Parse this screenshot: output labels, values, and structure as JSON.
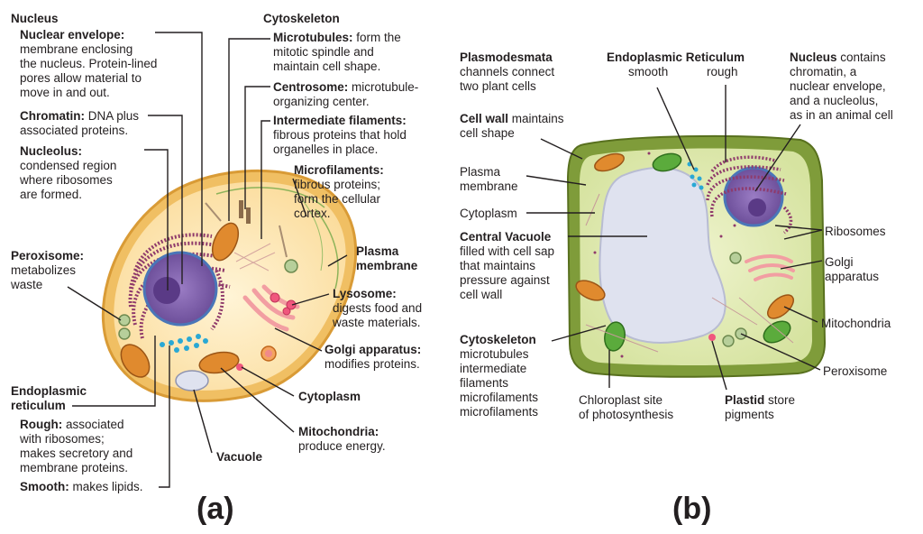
{
  "panel_a": {
    "letter": "(a)",
    "labels": {
      "nucleus_heading": "Nucleus",
      "nuclear_envelope_title": "Nuclear envelope:",
      "nuclear_envelope_text": "membrane enclosing\nthe nucleus. Protein-lined\npores allow material to\nmove in and out.",
      "chromatin_title": "Chromatin:",
      "chromatin_text": " DNA plus\nassociated proteins.",
      "nucleolus_title": "Nucleolus:",
      "nucleolus_text": "condensed region\nwhere ribosomes\nare formed.",
      "peroxisome_title": "Peroxisome:",
      "peroxisome_text": "metabolizes\nwaste",
      "er_heading": "Endoplasmic\nreticulum",
      "rough_title": "Rough:",
      "rough_text": " associated\nwith ribosomes;\nmakes secretory and\nmembrane proteins.",
      "smooth_title": "Smooth:",
      "smooth_text": " makes lipids.",
      "cytoskeleton_heading": "Cytoskeleton",
      "microtubules_title": "Microtubules:",
      "microtubules_text": " form the\nmitotic spindle and\nmaintain cell shape.",
      "centrosome_title": "Centrosome:",
      "centrosome_text": " microtubule-\norganizing center.",
      "intermediate_title": "Intermediate filaments:",
      "intermediate_text": "\nfibrous proteins that hold\norganelles in place.",
      "microfilaments_title": "Microfilaments:",
      "microfilaments_text": "\nfibrous proteins;\nform the cellular\ncortex.",
      "plasma_membrane": "Plasma\nmembrane",
      "lysosome_title": "Lysosome:",
      "lysosome_text": "\ndigests food and\nwaste materials.",
      "golgi_title": "Golgi apparatus:",
      "golgi_text": "\nmodifies proteins.",
      "cytoplasm": "Cytoplasm",
      "mitochondria_title": "Mitochondria:",
      "mitochondria_text": "\nproduce energy.",
      "vacuole": "Vacuole"
    }
  },
  "panel_b": {
    "letter": "(b)",
    "labels": {
      "plasmodesmata_title": "Plasmodesmata",
      "plasmodesmata_text": "\nchannels connect\ntwo plant cells",
      "er_title": "Endoplasmic Reticulum",
      "er_smooth": "smooth",
      "er_rough": "rough",
      "nucleus_title": "Nucleus",
      "nucleus_text": " contains\nchromatin, a\nnuclear envelope,\nand a nucleolus,\nas in an animal cell",
      "cell_wall_title": "Cell wall",
      "cell_wall_text": " maintains\ncell shape",
      "plasma_membrane": "Plasma\nmembrane",
      "cytoplasm": "Cytoplasm",
      "central_vacuole_title": "Central Vacuole",
      "central_vacuole_text": "\nfilled with cell sap\nthat maintains\npressure against\ncell wall",
      "cytoskeleton_title": "Cytoskeleton",
      "cytoskeleton_text": "\nmicrotubules\nintermediate\n   filaments\nmicrofilaments\nmicrofilaments",
      "chloroplast": "Chloroplast site\nof photosynthesis",
      "plastid_title": "Plastid",
      "plastid_text": " store\npigments",
      "ribosomes": "Ribosomes",
      "golgi": "Golgi\napparatus",
      "mitochondria": "Mitochondria",
      "peroxisome": "Peroxisome"
    }
  },
  "colors": {
    "cell_outer_a": "#e9b04a",
    "cytoplasm_a": "#fde7b6",
    "nucleus": "#7b5ea7",
    "er_rough": "#8f3a6b",
    "mitochondria": "#d9822b",
    "golgi": "#f29ea2",
    "cell_wall_b": "#6f8f2f",
    "cytoplasm_b": "#dfeab0",
    "vacuole": "#dfe2ef",
    "chloroplast": "#5bab3c",
    "label_line": "#231f20"
  }
}
